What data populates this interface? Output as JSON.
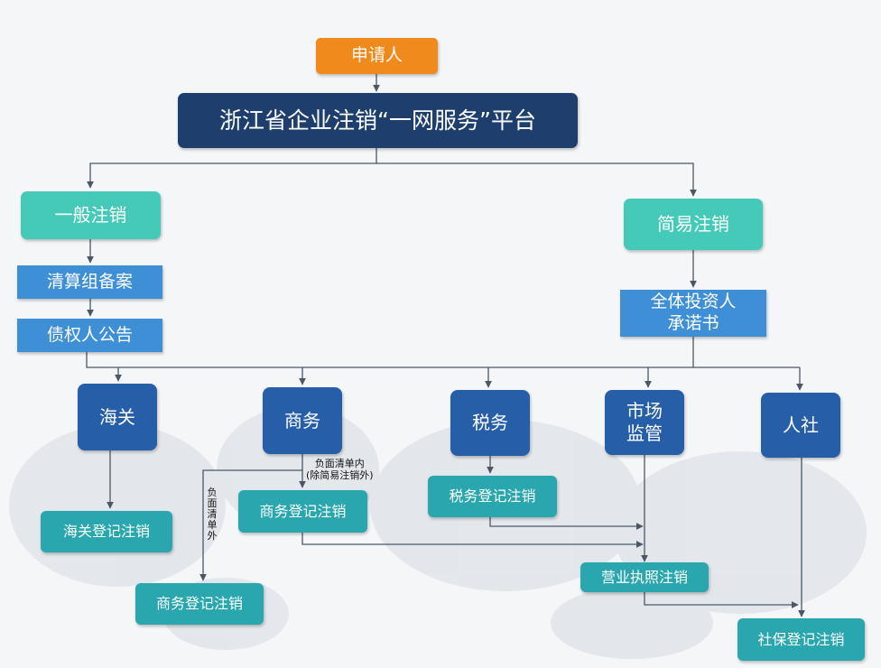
{
  "applicant": "申请人",
  "platform": "浙江省企业注销“一网服务”平台",
  "general_cancel": "一般注销",
  "simple_cancel": "简易注销",
  "liquidation_filing": "清算组备案",
  "creditor_notice": "债权人公告",
  "investor_pledge": "全体投资人\n承诺书",
  "agencies": {
    "customs": "海关",
    "commerce": "商务",
    "tax": "税务",
    "market": "市场\n监管",
    "social": "人社"
  },
  "results": {
    "customs": "海关登记注销",
    "commerce_main": "商务登记注销",
    "commerce_alt": "商务登记注销",
    "tax": "税务登记注销",
    "license": "营业执照注销",
    "social": "社保登记注销"
  },
  "notes": {
    "negative_list_in": "负面清单内\n(除简易注销外)",
    "negative_list_out": "负面清单外"
  },
  "colors": {
    "orange": "#f08a1c",
    "navy": "#1e3f6e",
    "teal": "#45c9b8",
    "light_blue": "#3f8fd6",
    "agency_blue": "#265ea8",
    "result_teal": "#2aa6ae",
    "line": "#4a5866"
  }
}
